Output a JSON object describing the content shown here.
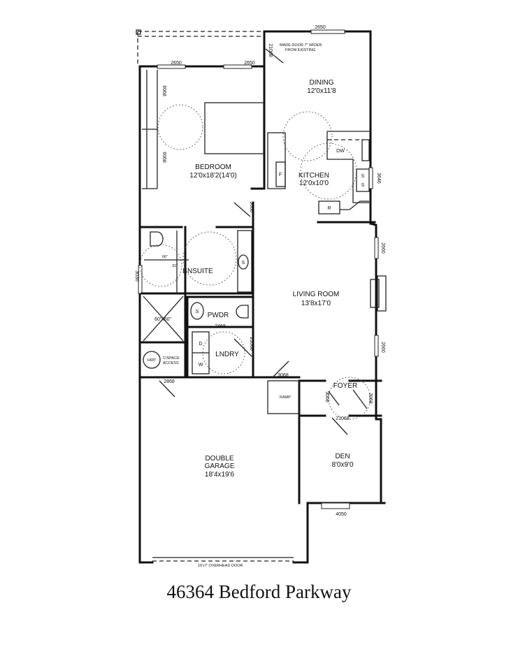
{
  "address": "46364 Bedford Parkway",
  "rooms": {
    "dining": {
      "name": "DINING",
      "size": "12'0x11'8"
    },
    "kitchen": {
      "name": "KITCHEN",
      "size": "12'0x10'0"
    },
    "bedroom": {
      "name": "BEDROOM",
      "size": "12'0x18'2(14'0)"
    },
    "ensuite": {
      "name": "ENSUITE"
    },
    "living": {
      "name": "LIVING ROOM",
      "size": "13'8x17'0"
    },
    "pwdr": {
      "name": "PWDR"
    },
    "lndry": {
      "name": "LNDRY"
    },
    "foyer": {
      "name": "FOYER"
    },
    "den": {
      "name": "DEN",
      "size": "8'0x9'0"
    },
    "garage": {
      "name_line1": "DOUBLE",
      "name_line2": "GARAGE",
      "size": "18'4x19'6"
    }
  },
  "fixtures": {
    "dw": "DW",
    "fridge": "F",
    "range": "R",
    "sink": "S",
    "dryer": "D",
    "washer": "W",
    "hwt": "HWT",
    "crawl": "C/SPACE",
    "crawl2": "ACCESS",
    "shower": "60\"x60\"",
    "ramp": "RAMP",
    "tub_w": "66\"",
    "tub_h": "31\""
  },
  "notes": {
    "door_note_1": "MADE DOOR 7\" WIDER",
    "door_note_2": "FROM EXISTING",
    "overhead": "16'x7' OVERHEAD DOOR"
  },
  "dimensions": {
    "dining_window": "2650",
    "bed_win_1": "2650",
    "bed_win_2": "2650",
    "dining_door": "21068",
    "closet_1": "6068",
    "closet_2": "6068",
    "bed_door": "3068",
    "kitchen_win": "3646",
    "ensuite_win": "3030",
    "living_win_1": "2660",
    "living_win_2": "2660",
    "pwdr_door": "2468",
    "lndry_door": "21068",
    "garage_door": "2868",
    "living_door": "3068",
    "foyer_door_1": "3068",
    "foyer_door_2": "3068",
    "den_door": "21068",
    "den_window": "4050"
  }
}
